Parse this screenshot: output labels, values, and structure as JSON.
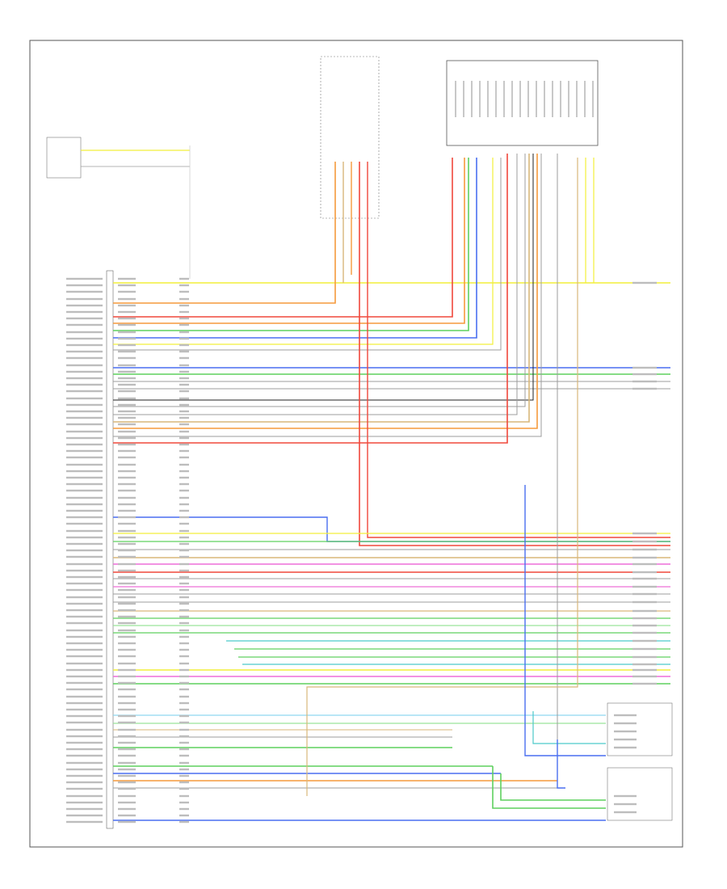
{
  "diagram": {
    "left_pins": [
      {
        "pin": "1",
        "label": "",
        "row": 0
      },
      {
        "pin": "2",
        "label": "",
        "row": 1
      }
    ],
    "top_connector_left": {
      "title": "",
      "subtitle": ""
    },
    "top_connector_right": {
      "title": "",
      "subtitle": ""
    },
    "left_small_block": {
      "caption": ""
    },
    "bottom_left": {
      "caption": ""
    },
    "bottom_right_block_1": {
      "caption": ""
    },
    "bottom_right_block_2": {
      "caption": ""
    },
    "bottom_right_block_3": {
      "caption": ""
    }
  },
  "colors": {
    "yellow": "#f2ef3a",
    "orange": "#f59a3c",
    "red": "#f0483c",
    "green": "#5fd05f",
    "blue": "#4a6ff0",
    "teal": "#4cc9c9",
    "pink": "#ee6fd8",
    "tan": "#d9b77a",
    "gray": "#9c9c9c",
    "black": "#222222",
    "lightgreen": "#9be39b",
    "lightblue": "#8fd7f0"
  }
}
